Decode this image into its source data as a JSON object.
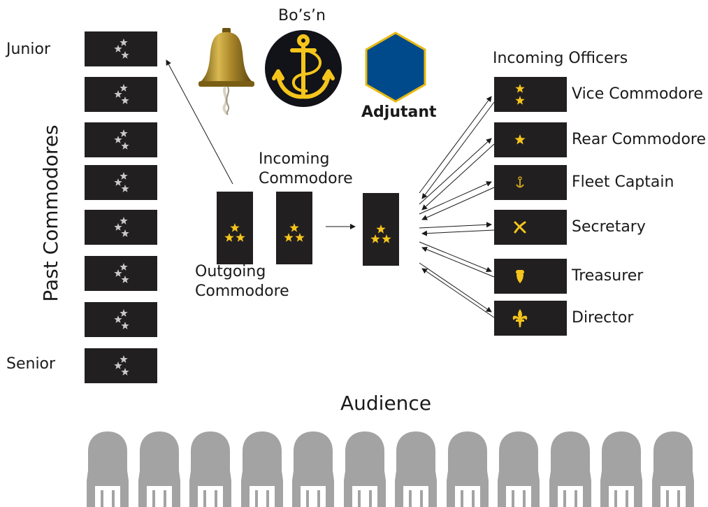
{
  "past_commodores": {
    "heading": "Past Commodores",
    "junior_label": "Junior",
    "senior_label": "Senior",
    "boards": 8
  },
  "ceremony": {
    "bosn_label": "Bo’s’n",
    "adjutant_label": "Adjutant",
    "incoming_commodore_label": [
      "Incoming",
      "Commodore"
    ],
    "outgoing_commodore_label": [
      "Outgoing",
      "Commodore"
    ]
  },
  "incoming_officers": {
    "heading": "Incoming Officers",
    "officers": [
      {
        "label": "Vice Commodore",
        "insignia": "two-stars"
      },
      {
        "label": "Rear Commodore",
        "insignia": "star"
      },
      {
        "label": "Fleet Captain",
        "insignia": "anchor"
      },
      {
        "label": "Secretary",
        "insignia": "crossed-quills"
      },
      {
        "label": "Treasurer",
        "insignia": "acorn"
      },
      {
        "label": "Director",
        "insignia": "fleur-de-lis"
      }
    ]
  },
  "audience": {
    "heading": "Audience",
    "chairs": 12
  },
  "colors": {
    "board": "#221f20",
    "gold": "#f5c51c",
    "silver": "#c9c9c9",
    "adjutant_blue": "#004a8c",
    "adjutant_border": "#e8b910",
    "chair": "#a3a3a3"
  }
}
